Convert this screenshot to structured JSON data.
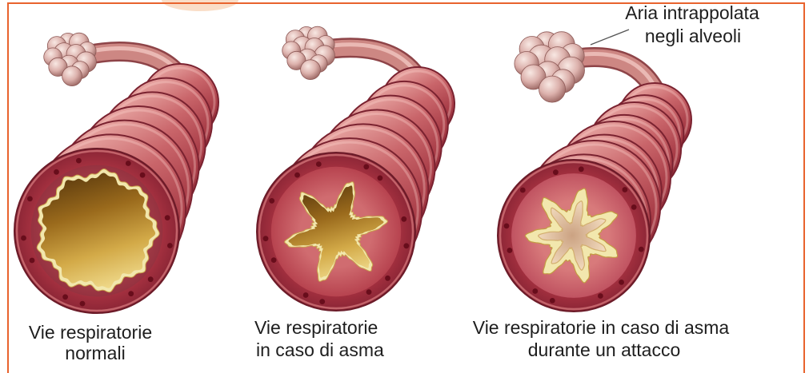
{
  "annotation": {
    "lines": [
      "Aria intrappolata",
      "negli alveoli"
    ]
  },
  "labels": {
    "normal": {
      "lines": [
        "Vie respiratorie",
        "normali"
      ]
    },
    "asthma": {
      "lines": [
        "Vie respiratorie",
        "in caso di asma"
      ]
    },
    "attack": {
      "lines": [
        "Vie respiratorie in caso di asma",
        "durante un attacco"
      ]
    }
  },
  "colors": {
    "frame": "#e8632d",
    "text": "#1e1e1e",
    "airway_wall": "#a8323e",
    "lumen": "#d3aa48",
    "thickened_lining": "#f2e7ad",
    "alveoli": "#dcb1ac"
  }
}
